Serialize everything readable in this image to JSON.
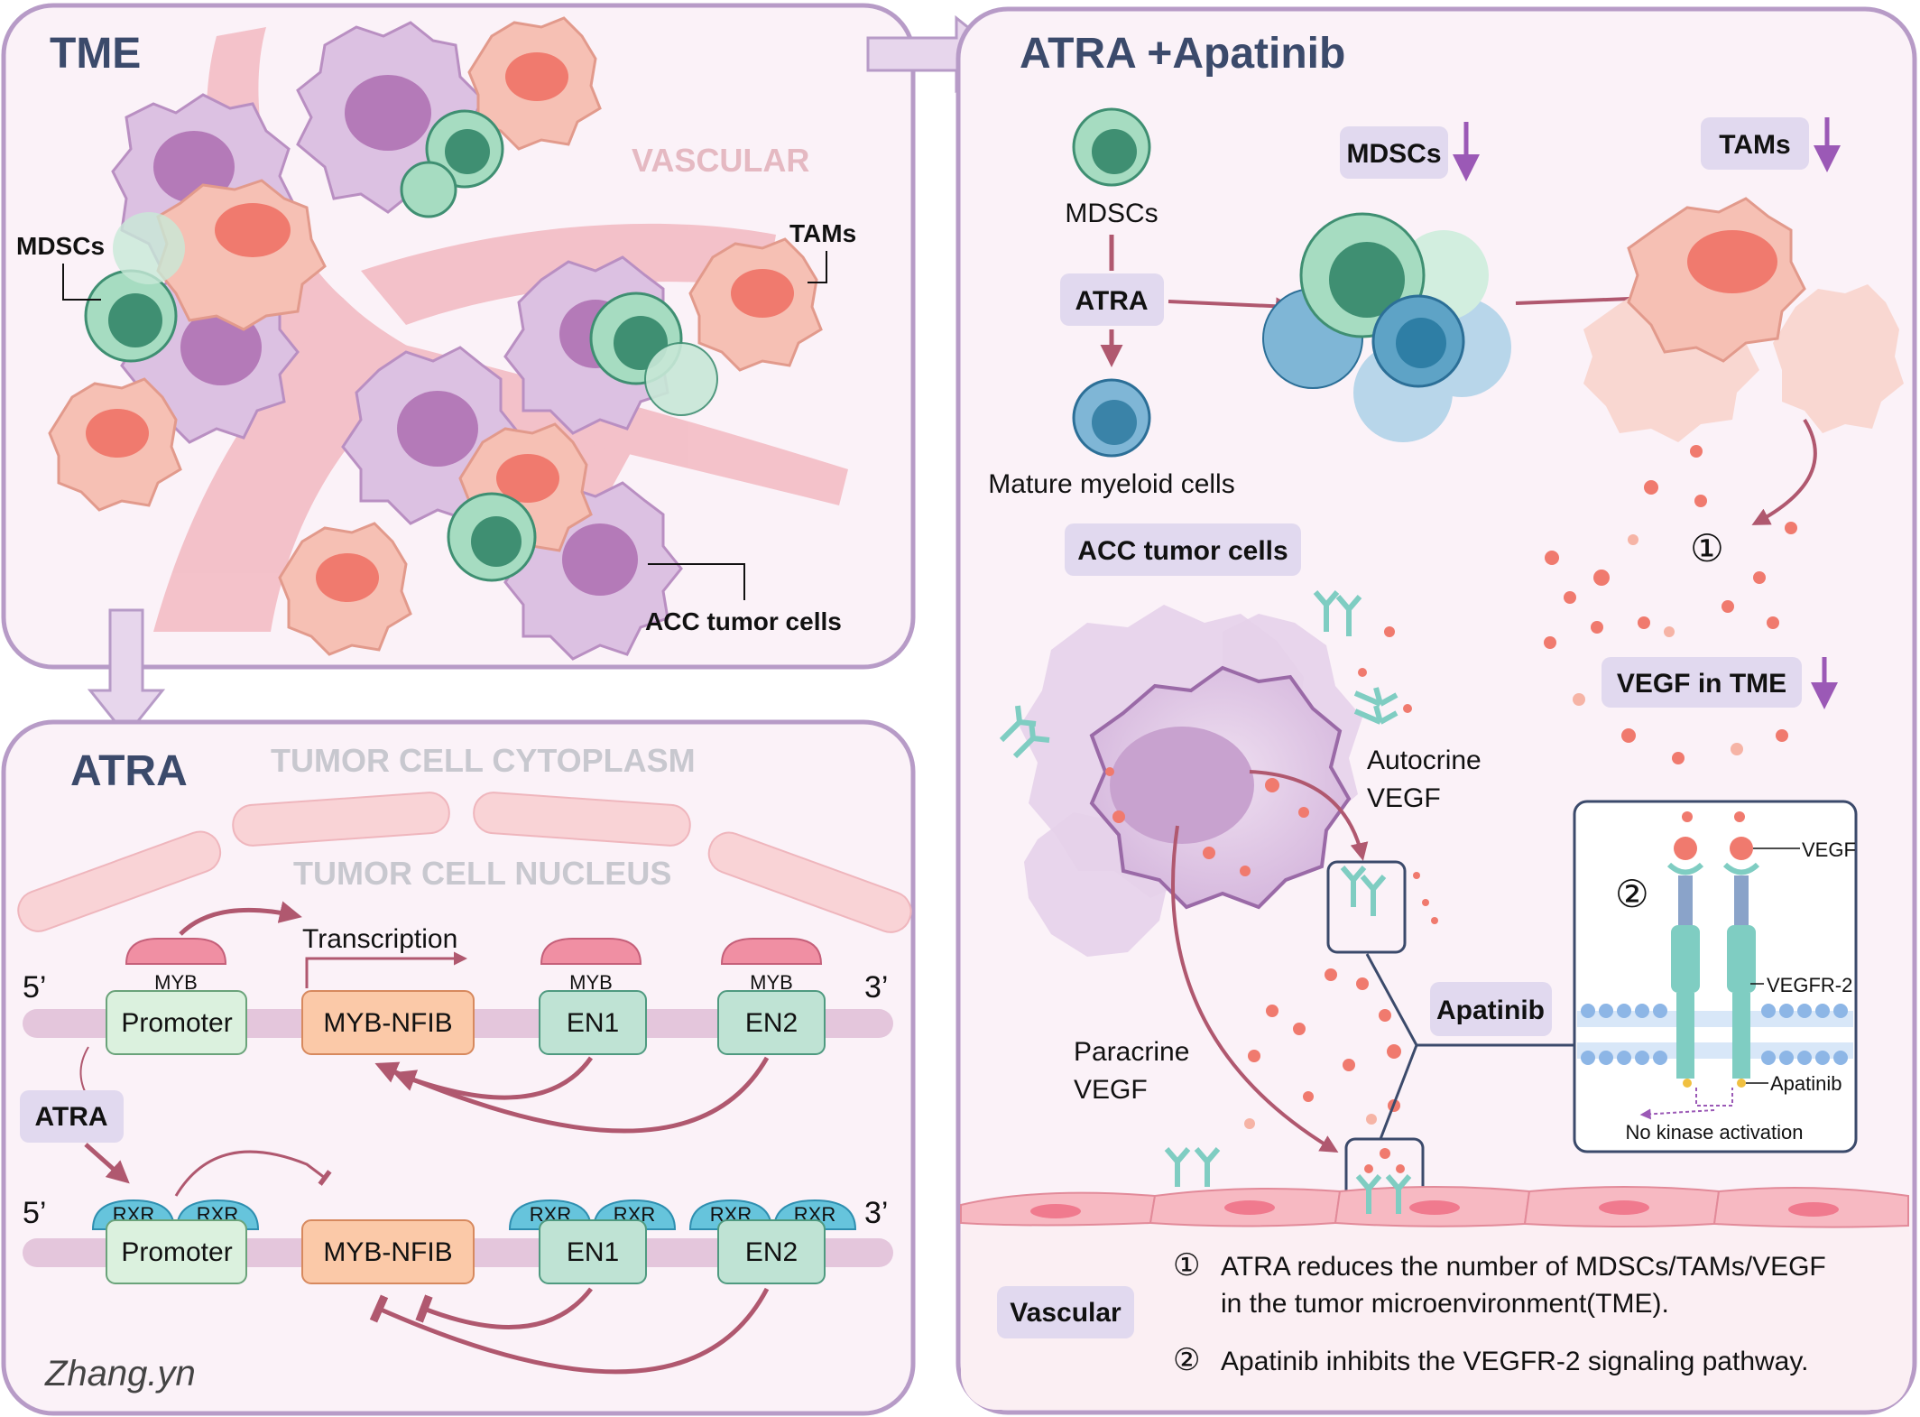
{
  "colors": {
    "panel_border": "#b79bc7",
    "panel_fill": "#fbf2f8",
    "title_text": "#3b4a6b",
    "label_box": "#e1d9ef",
    "vessel": "#f3bcc4",
    "tumor_cell": "#dcc1e2",
    "tumor_nucleus": "#b47ab8",
    "mdsc": "#a6dcc1",
    "mdsc_nucleus": "#3f8f72",
    "tam": "#f6b4a6",
    "tam_nucleus": "#f07a6e",
    "myeloid": "#7fb6d6",
    "vegf_dot": "#f07a6e",
    "arrow": "#b0586f",
    "down_arrow": "#9b59b6",
    "dna": "#e4c6dc",
    "promoter": "#dbf1de",
    "gene_box": "#fbc9a8",
    "enhancer": "#bfe3d4",
    "myb_protein": "#f08fa3",
    "rxr_protein": "#66c4dc",
    "receptor": "#7fcdc2",
    "membrane": "#8db6e6"
  },
  "tme_panel": {
    "title": "TME",
    "labels": {
      "vascular": "VASCULAR",
      "mdscs": "MDSCs",
      "tams": "TAMs",
      "acc_tumor_cells": "ACC tumor cells"
    }
  },
  "atra_panel": {
    "title": "ATRA",
    "cytoplasm_label": "TUMOR CELL CYTOPLASM",
    "nucleus_label": "TUMOR CELL NUCLEUS",
    "transcription_label": "Transcription",
    "five_prime": "5’",
    "three_prime": "3’",
    "promoter": "Promoter",
    "gene": "MYB-NFIB",
    "en1": "EN1",
    "en2": "EN2",
    "myb": "MYB",
    "rxr": "RXR",
    "atra_badge": "ATRA"
  },
  "combo_panel": {
    "title": "ATRA +Apatinib",
    "mdscs_cell_label": "MDSCs",
    "atra_box": "ATRA",
    "mature_myeloid": "Mature myeloid cells",
    "mdscs_down": "MDSCs",
    "tams_down": "TAMs",
    "circle_one": "①",
    "acc_tumor_cells": "ACC tumor cells",
    "vegf_in_tme": "VEGF in TME",
    "autocrine_line1": "Autocrine",
    "autocrine_line2": "VEGF",
    "paracrine_line1": "Paracrine",
    "paracrine_line2": "VEGF",
    "apatinib_box": "Apatinib",
    "inset": {
      "circle_two": "②",
      "vegf": "VEGF",
      "vegfr2": "VEGFR-2",
      "apatinib": "Apatinib",
      "no_kinase": "No kinase activation"
    },
    "vascular_box": "Vascular",
    "notes": [
      {
        "num": "①",
        "line1": "ATRA reduces the number of MDSCs/TAMs/VEGF",
        "line2": "in the tumor microenvironment(TME)."
      },
      {
        "num": "②",
        "line1": "Apatinib inhibits the VEGFR-2 signaling pathway.",
        "line2": ""
      }
    ]
  },
  "signature": "Zhang.yn"
}
